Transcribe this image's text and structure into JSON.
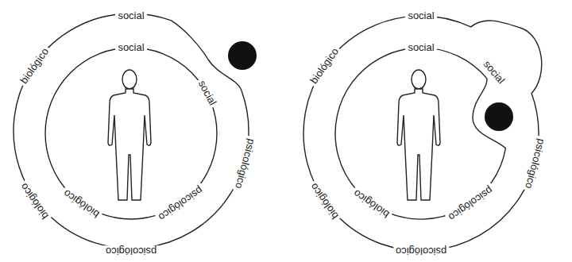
{
  "diagram": {
    "labels": [
      "social",
      "biológico",
      "social",
      "social",
      "psicológico",
      "biológico",
      "psicológico",
      "psicológico",
      "biológico",
      "social",
      "biológico",
      "social",
      "social",
      "psicológico",
      "biológico",
      "psicológico",
      "psicológico",
      "biológico"
    ]
  }
}
